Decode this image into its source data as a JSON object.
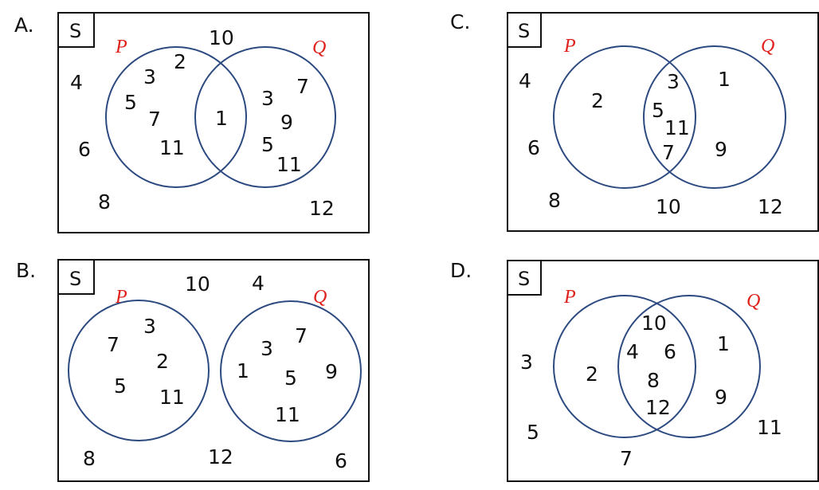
{
  "options": {
    "A": {
      "label": "A.",
      "universe": "S",
      "set1": "P",
      "set2": "Q",
      "outside": [
        "10",
        "4",
        "6",
        "8",
        "12"
      ],
      "p_only": [
        "2",
        "3",
        "5",
        "7",
        "11"
      ],
      "both": [
        "1"
      ],
      "q_only": [
        "3",
        "7",
        "9",
        "5",
        "11"
      ]
    },
    "B": {
      "label": "B.",
      "universe": "S",
      "set1": "P",
      "set2": "Q",
      "outside": [
        "10",
        "4",
        "8",
        "12",
        "6"
      ],
      "p_only": [
        "3",
        "7",
        "2",
        "5",
        "11"
      ],
      "q_only": [
        "3",
        "7",
        "1",
        "5",
        "9",
        "11"
      ]
    },
    "C": {
      "label": "C.",
      "universe": "S",
      "set1": "P",
      "set2": "Q",
      "outside": [
        "4",
        "6",
        "8",
        "10",
        "12"
      ],
      "p_only": [
        "2"
      ],
      "both": [
        "3",
        "5",
        "11",
        "7"
      ],
      "q_only": [
        "1",
        "9"
      ]
    },
    "D": {
      "label": "D.",
      "universe": "S",
      "set1": "P",
      "set2": "Q",
      "outside": [
        "3",
        "5",
        "7",
        "11"
      ],
      "p_only": [
        "2"
      ],
      "both": [
        "10",
        "4",
        "6",
        "8",
        "12"
      ],
      "q_only": [
        "1",
        "9"
      ]
    }
  },
  "colors": {
    "set_label": "#e0201b",
    "circle": "#2c4a80",
    "frame": "#111111"
  }
}
